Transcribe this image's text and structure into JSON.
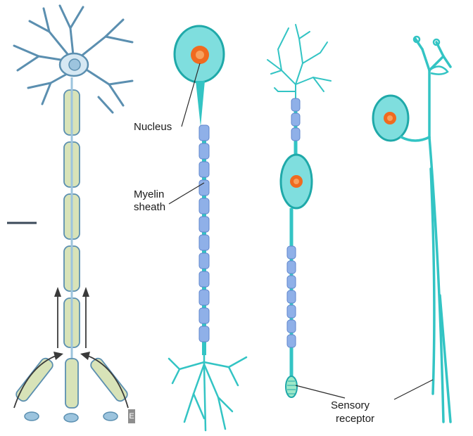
{
  "labels": {
    "nucleus": "Nucleus",
    "myelin": "Myelin",
    "sheath": "sheath",
    "sensory": "Sensory",
    "receptor": "receptor",
    "corner_mark": "E"
  },
  "colors": {
    "neuron_outline": "#5b8fb0",
    "neuron_fill": "#d6e8f3",
    "myelin_segment_left": "#d8e3b8",
    "cell_teal": "#33c4c4",
    "cell_teal_dark": "#1fa9a9",
    "nucleus_orange": "#f06a1f",
    "myelin_segment": "#8fb0e8",
    "scale_bar": "#3b4a59",
    "arrow": "#3a3a3a"
  }
}
